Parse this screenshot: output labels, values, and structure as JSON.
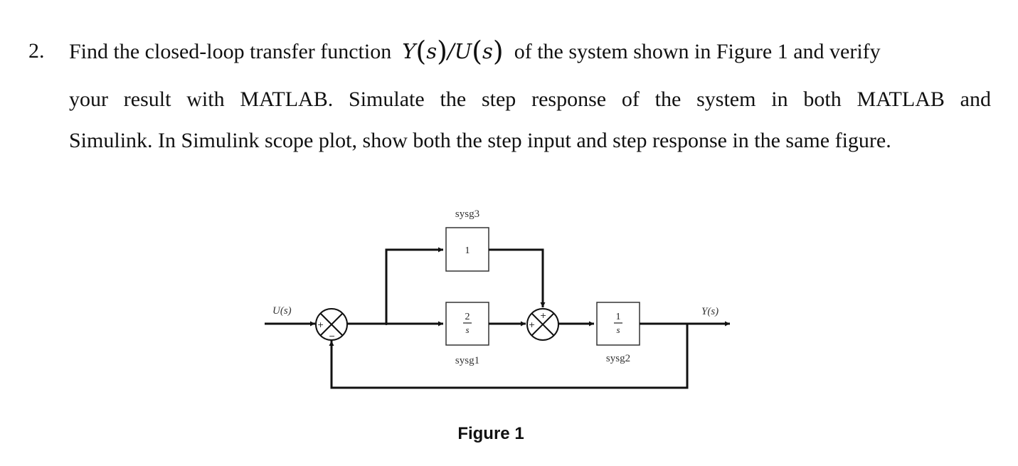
{
  "question": {
    "number": "2.",
    "line1_before": "Find the closed-loop transfer function",
    "tf_Y": "Y",
    "tf_s1": "s",
    "tf_slash": "/",
    "tf_U": "U",
    "tf_s2": "s",
    "line1_after": "of the system shown in Figure 1 and verify",
    "line2": "your result with MATLAB. Simulate the step response of the system in both MATLAB and",
    "line3": "Simulink. In Simulink scope plot, show both the step input and step response in the same figure."
  },
  "diagram": {
    "input_label": "U(s)",
    "output_label": "Y(s)",
    "sum1_signs": [
      "+",
      "−"
    ],
    "sum2_signs": [
      "+",
      "+"
    ],
    "blocks": {
      "sysg3": {
        "name": "sysg3",
        "content": "1"
      },
      "sysg1": {
        "name": "sysg1",
        "numerator": "2",
        "denominator": "s"
      },
      "sysg2": {
        "name": "sysg2",
        "numerator": "1",
        "denominator": "s"
      }
    },
    "caption": "Figure 1"
  }
}
